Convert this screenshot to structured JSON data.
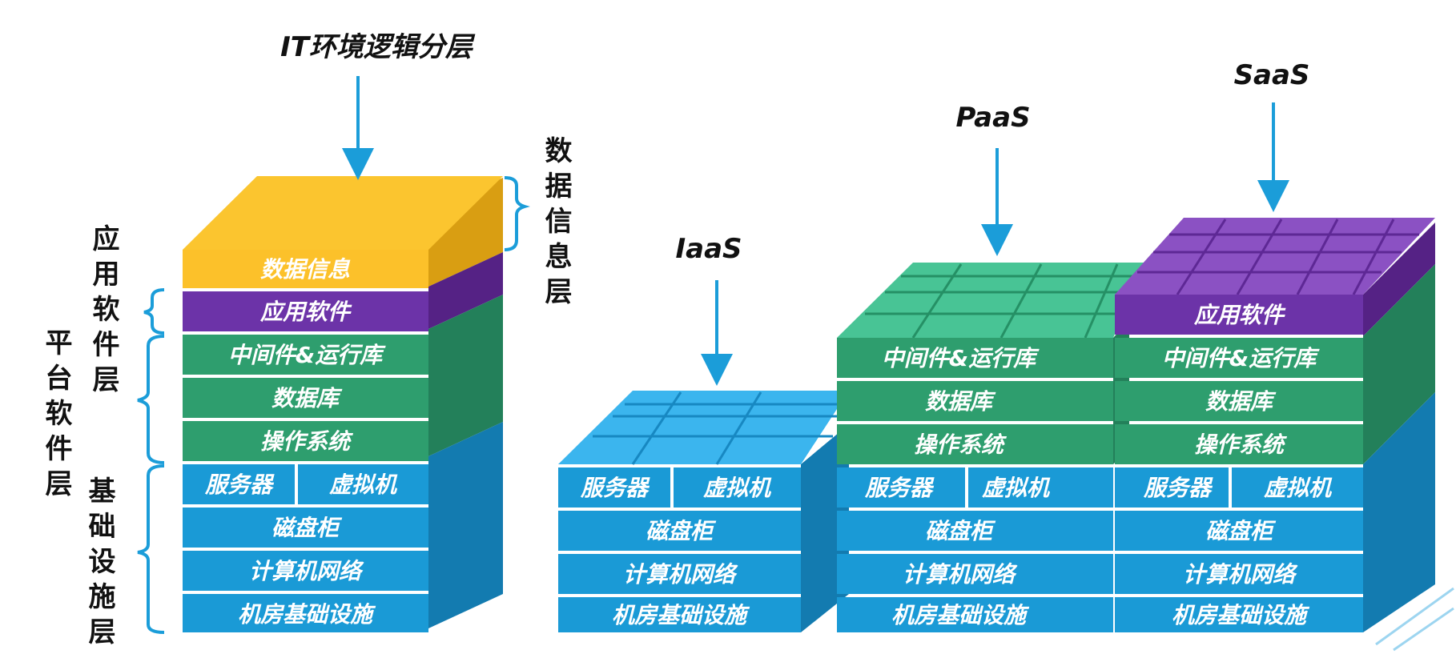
{
  "colors": {
    "data": "#FCC12A",
    "app": "#6C33A8",
    "platform": "#2E9E6E",
    "infra": "#1A9AD6",
    "arrow": "#1B9DD9",
    "bracket": "#1B9DD9"
  },
  "left_stack": {
    "title": "IT环境逻辑分层",
    "layers": {
      "data": "数据信息",
      "app": "应用软件",
      "middleware": "中间件&运行库",
      "database": "数据库",
      "os": "操作系统",
      "server": "服务器",
      "vm": "虚拟机",
      "disk": "磁盘柜",
      "network": "计算机网络",
      "facility": "机房基础设施"
    },
    "labels": {
      "data_layer": "数据信息层",
      "app_layer": "应用软件层",
      "platform_layer": "平台软件层",
      "infra_layer": "基础设施层"
    }
  },
  "iaas": {
    "title": "IaaS",
    "layers": {
      "server": "服务器",
      "vm": "虚拟机",
      "disk": "磁盘柜",
      "network": "计算机网络",
      "facility": "机房基础设施"
    }
  },
  "paas": {
    "title": "PaaS",
    "layers": {
      "middleware": "中间件&运行库",
      "database": "数据库",
      "os": "操作系统",
      "server": "服务器",
      "vm": "虚拟机",
      "disk": "磁盘柜",
      "network": "计算机网络",
      "facility": "机房基础设施"
    }
  },
  "saas": {
    "title": "SaaS",
    "layers": {
      "app": "应用软件",
      "middleware": "中间件&运行库",
      "database": "数据库",
      "os": "操作系统",
      "server": "服务器",
      "vm": "虚拟机",
      "disk": "磁盘柜",
      "network": "计算机网络",
      "facility": "机房基础设施"
    }
  }
}
